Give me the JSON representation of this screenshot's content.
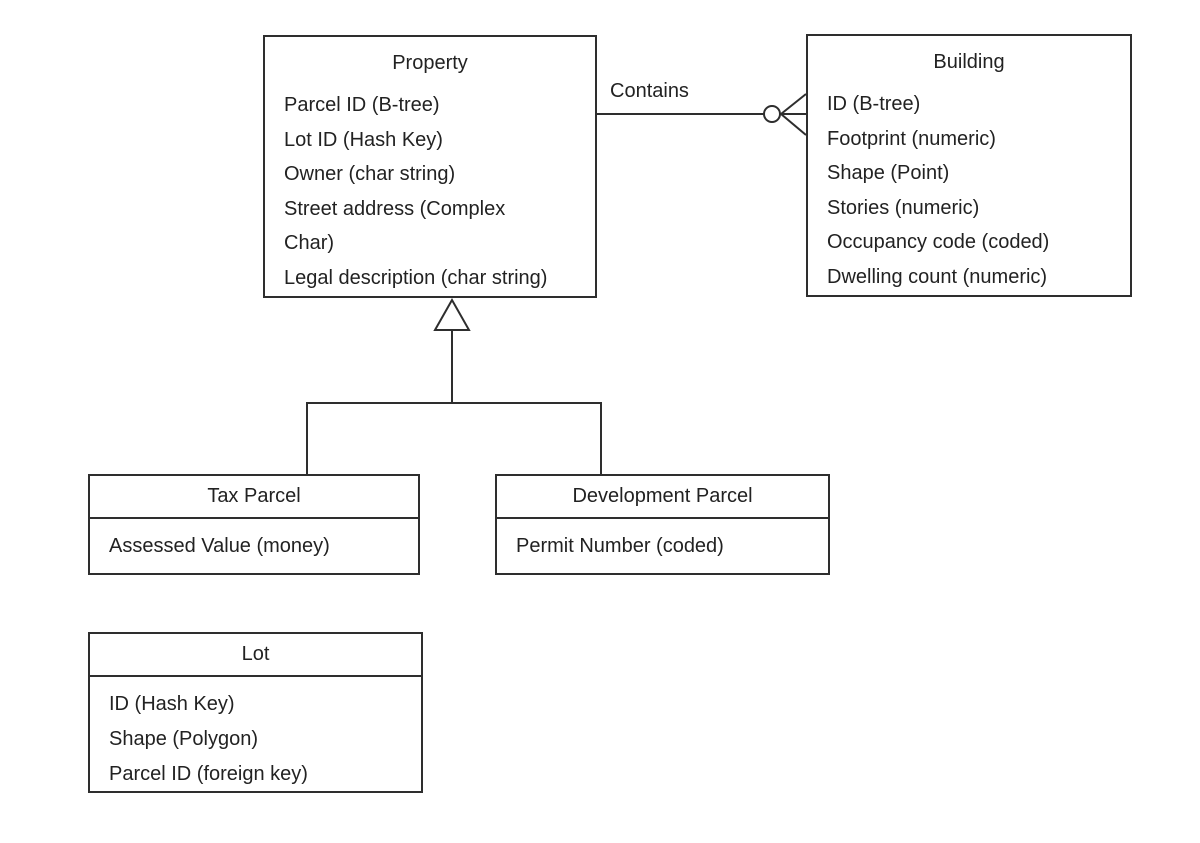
{
  "diagram": {
    "background_color": "#ffffff",
    "line_color": "#2e2e2e",
    "text_color": "#222222"
  },
  "entities": {
    "property": {
      "title": "Property",
      "lines": [
        "Parcel ID (B-tree)",
        "Lot ID (Hash Key)",
        "Owner (char string)",
        "Street address (Complex",
        "Char)",
        "Legal description (char string)"
      ]
    },
    "building": {
      "title": "Building",
      "lines": [
        "ID (B-tree)",
        "Footprint (numeric)",
        "Shape (Point)",
        "Stories (numeric)",
        "Occupancy code (coded)",
        "Dwelling count (numeric)"
      ]
    },
    "tax_parcel": {
      "title": "Tax Parcel",
      "lines": [
        "Assessed Value (money)"
      ]
    },
    "development_parcel": {
      "title": "Development Parcel",
      "lines": [
        "Permit Number (coded)"
      ]
    },
    "lot": {
      "title": "Lot",
      "lines": [
        "ID (Hash Key)",
        "Shape (Polygon)",
        "Parcel ID (foreign key)"
      ]
    }
  },
  "relationships": {
    "contains": {
      "label": "Contains",
      "from": "Property",
      "to": "Building",
      "end_notation": "circle-crow-foot"
    },
    "inheritance": {
      "parent": "Property",
      "children": [
        "Tax Parcel",
        "Development Parcel"
      ],
      "notation": "open-triangle"
    }
  }
}
